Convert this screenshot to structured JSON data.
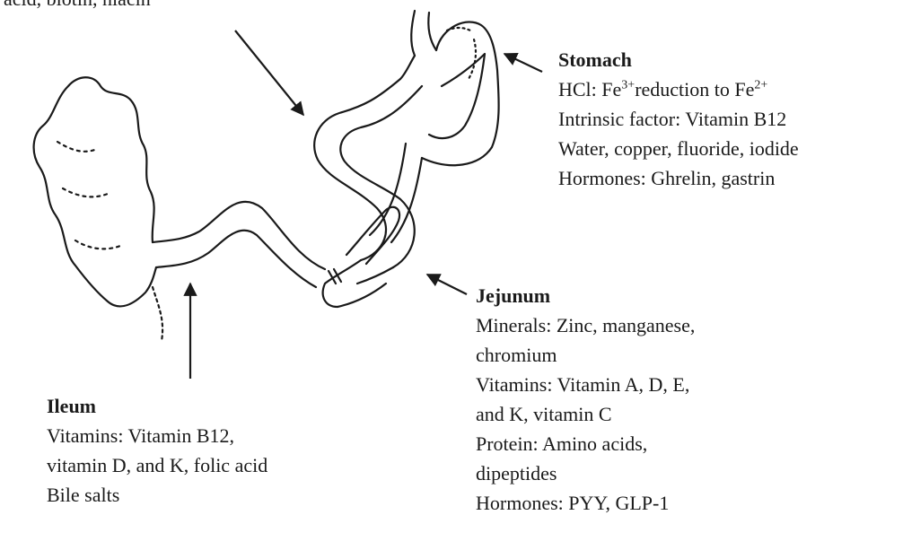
{
  "top_fragment": "acid, biotin, niacin",
  "stomach": {
    "heading": "Stomach",
    "hcl_prefix": "HCl: Fe",
    "hcl_sup1": "3+",
    "hcl_middle": "reduction to Fe",
    "hcl_sup2": "2+",
    "lines": [
      "Intrinsic factor: Vitamin B12",
      "Water, copper, fluoride, iodide",
      "Hormones: Ghrelin, gastrin"
    ]
  },
  "jejunum": {
    "heading": "Jejunum",
    "lines": [
      "Minerals: Zinc, manganese,",
      "chromium",
      "Vitamins: Vitamin A, D, E,",
      "and K, vitamin C",
      "Protein: Amino acids,",
      "dipeptides",
      "Hormones: PYY, GLP-1"
    ]
  },
  "ileum": {
    "heading": "Ileum",
    "lines": [
      "Vitamins: Vitamin B12,",
      "vitamin D, and K, folic acid",
      "Bile salts"
    ]
  }
}
